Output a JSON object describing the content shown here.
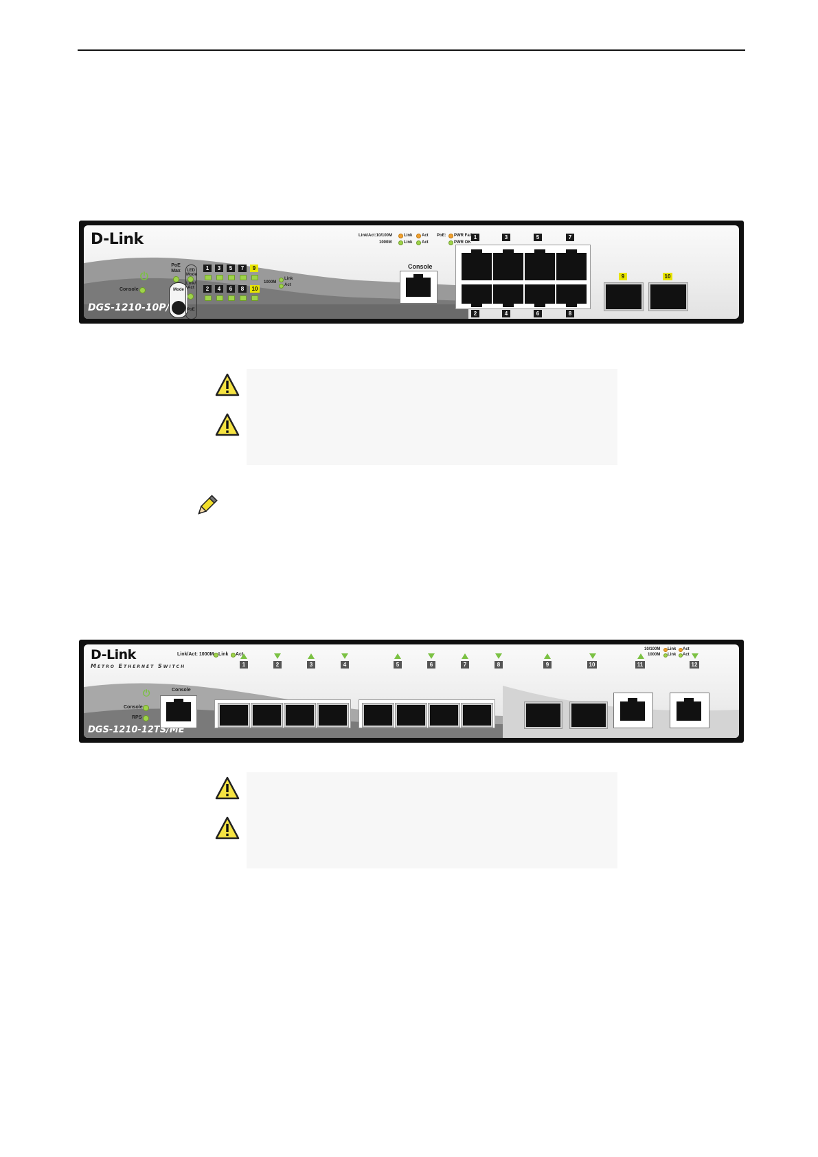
{
  "switch1": {
    "brand": "D-Link",
    "model": "DGS-1210-10P/ME",
    "legend_line1": "Link/Act:10/100M",
    "legend_line1_link": "Link",
    "legend_line1_act": "Act",
    "legend_line2": "1000M",
    "legend_line2_link": "Link",
    "legend_line2_act": "Act",
    "poe_label": "PoE:",
    "pwr_fail": "PWR Fail",
    "pwr_ok": "PWR OK",
    "poe_max": "PoE Max",
    "console_led": "Console",
    "mode_button": "Mode",
    "led_mode": "LED Mode",
    "link_act": "Link/ Act",
    "poe_mode": "PoE",
    "mid_legend_speed": "1000M",
    "mid_legend_link": "Link",
    "mid_legend_act": "Act",
    "console_port": "Console",
    "led_numbers_top": [
      "1",
      "3",
      "5",
      "7",
      "9"
    ],
    "led_numbers_bottom": [
      "2",
      "4",
      "6",
      "8",
      "10"
    ],
    "port_labels_top": [
      "1",
      "3",
      "5",
      "7"
    ],
    "port_labels_bottom": [
      "2",
      "4",
      "6",
      "8"
    ],
    "sfp_labels": [
      "9",
      "10"
    ]
  },
  "switch2": {
    "brand": "D-Link",
    "subtitle": "Metro Ethernet Switch",
    "model": "DGS-1210-12TS/ME",
    "legend": "Link/Act: 1000M",
    "legend_link": "Link",
    "legend_act": "Act",
    "legend_r1": "10/100M",
    "legend_r1_link": "Link",
    "legend_r1_act": "Act",
    "legend_r2": "1000M",
    "legend_r2_link": "Link",
    "legend_r2_act": "Act",
    "console_port": "Console",
    "console_led": "Console",
    "rps_led": "RPS",
    "port_numbers": [
      "1",
      "2",
      "3",
      "4",
      "5",
      "6",
      "7",
      "8",
      "9",
      "10",
      "11",
      "12"
    ]
  },
  "colors": {
    "led_green": "#9ed34a",
    "led_amber": "#f0a030",
    "port_highlight": "#e8e500"
  },
  "icons": [
    "warning-icon",
    "note-pencil-icon",
    "power-icon"
  ]
}
